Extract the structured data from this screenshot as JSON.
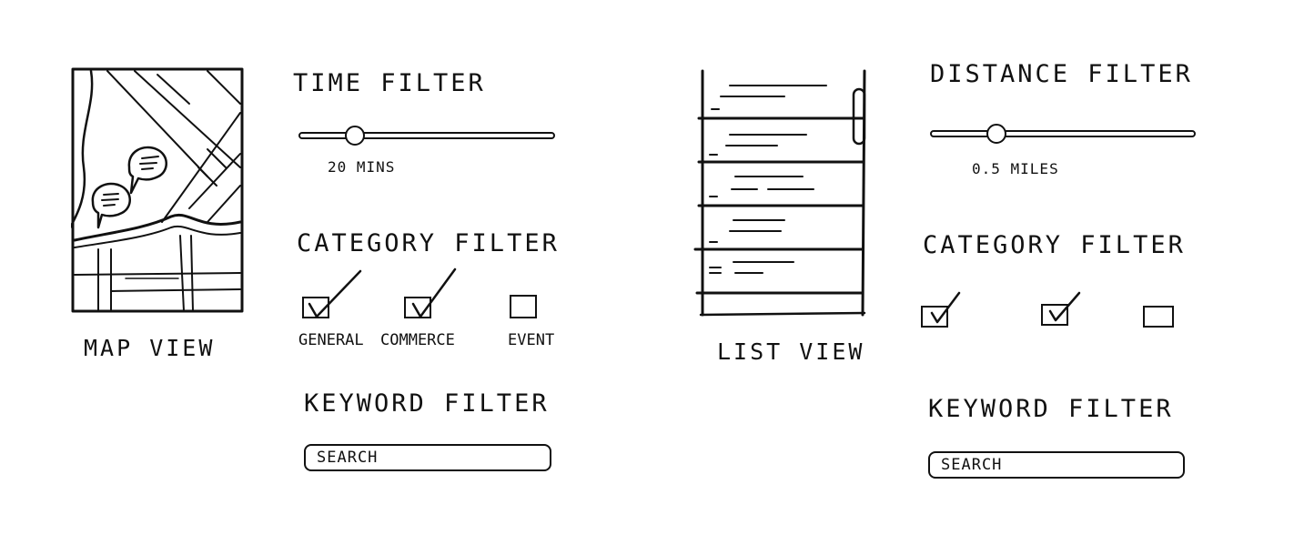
{
  "left": {
    "map_caption": "MAP VIEW",
    "time_filter": {
      "heading": "TIME FILTER",
      "value_label": "20 MINS",
      "level": 0.22
    },
    "category_filter": {
      "heading": "CATEGORY FILTER",
      "options": [
        {
          "label": "GENERAL",
          "checked": true
        },
        {
          "label": "COMMERCE",
          "checked": true
        },
        {
          "label": "EVENT",
          "checked": false
        }
      ]
    },
    "keyword_filter": {
      "heading": "KEYWORD FILTER",
      "search_text": "SEARCH"
    }
  },
  "right": {
    "list_caption": "LIST VIEW",
    "distance_filter": {
      "heading": "DISTANCE FILTER",
      "value_label": "0.5 MILES",
      "level": 0.25
    },
    "category_filter": {
      "heading": "CATEGORY FILTER",
      "options": [
        {
          "checked": true
        },
        {
          "checked": true
        },
        {
          "checked": false
        }
      ]
    },
    "keyword_filter": {
      "heading": "KEYWORD FILTER",
      "search_text": "SEARCH"
    }
  }
}
